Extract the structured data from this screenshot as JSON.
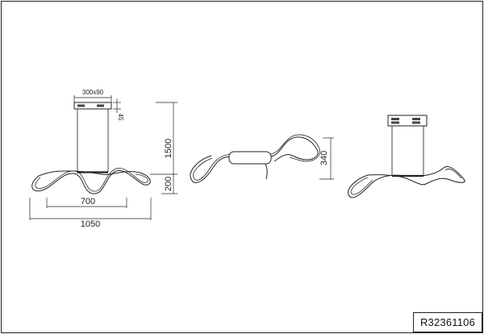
{
  "drawing": {
    "front_view": {
      "canopy_label": "300x90",
      "canopy_height_label": "45",
      "total_height_label": "1500",
      "body_height_label": "200",
      "inner_width_label": "700",
      "overall_width_label": "1050"
    },
    "top_view": {
      "depth_label": "340"
    },
    "product_code": "R32361106"
  }
}
